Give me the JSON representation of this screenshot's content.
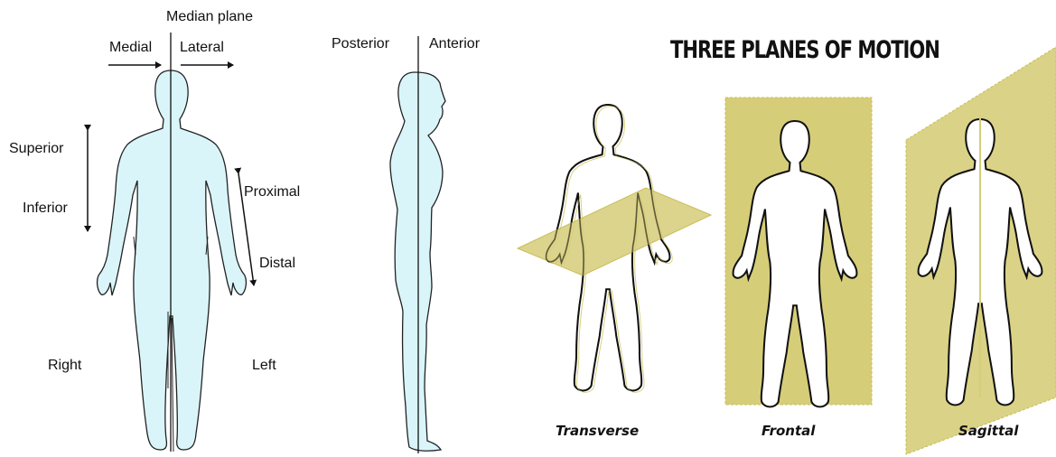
{
  "anatomical_diagram": {
    "median_plane": "Median plane",
    "medial": "Medial",
    "lateral": "Lateral",
    "superior": "Superior",
    "inferior": "Inferior",
    "proximal": "Proximal",
    "distal": "Distal",
    "right": "Right",
    "left": "Left",
    "posterior": "Posterior",
    "anterior": "Anterior"
  },
  "planes_diagram": {
    "title": "THREE PLANES OF MOTION",
    "captions": [
      "Transverse",
      "Frontal",
      "Sagittal"
    ]
  },
  "colors": {
    "body_fill": "#d9f5f9",
    "plane_fill": "#d6cd79",
    "plane_edge": "#c8bd55"
  }
}
